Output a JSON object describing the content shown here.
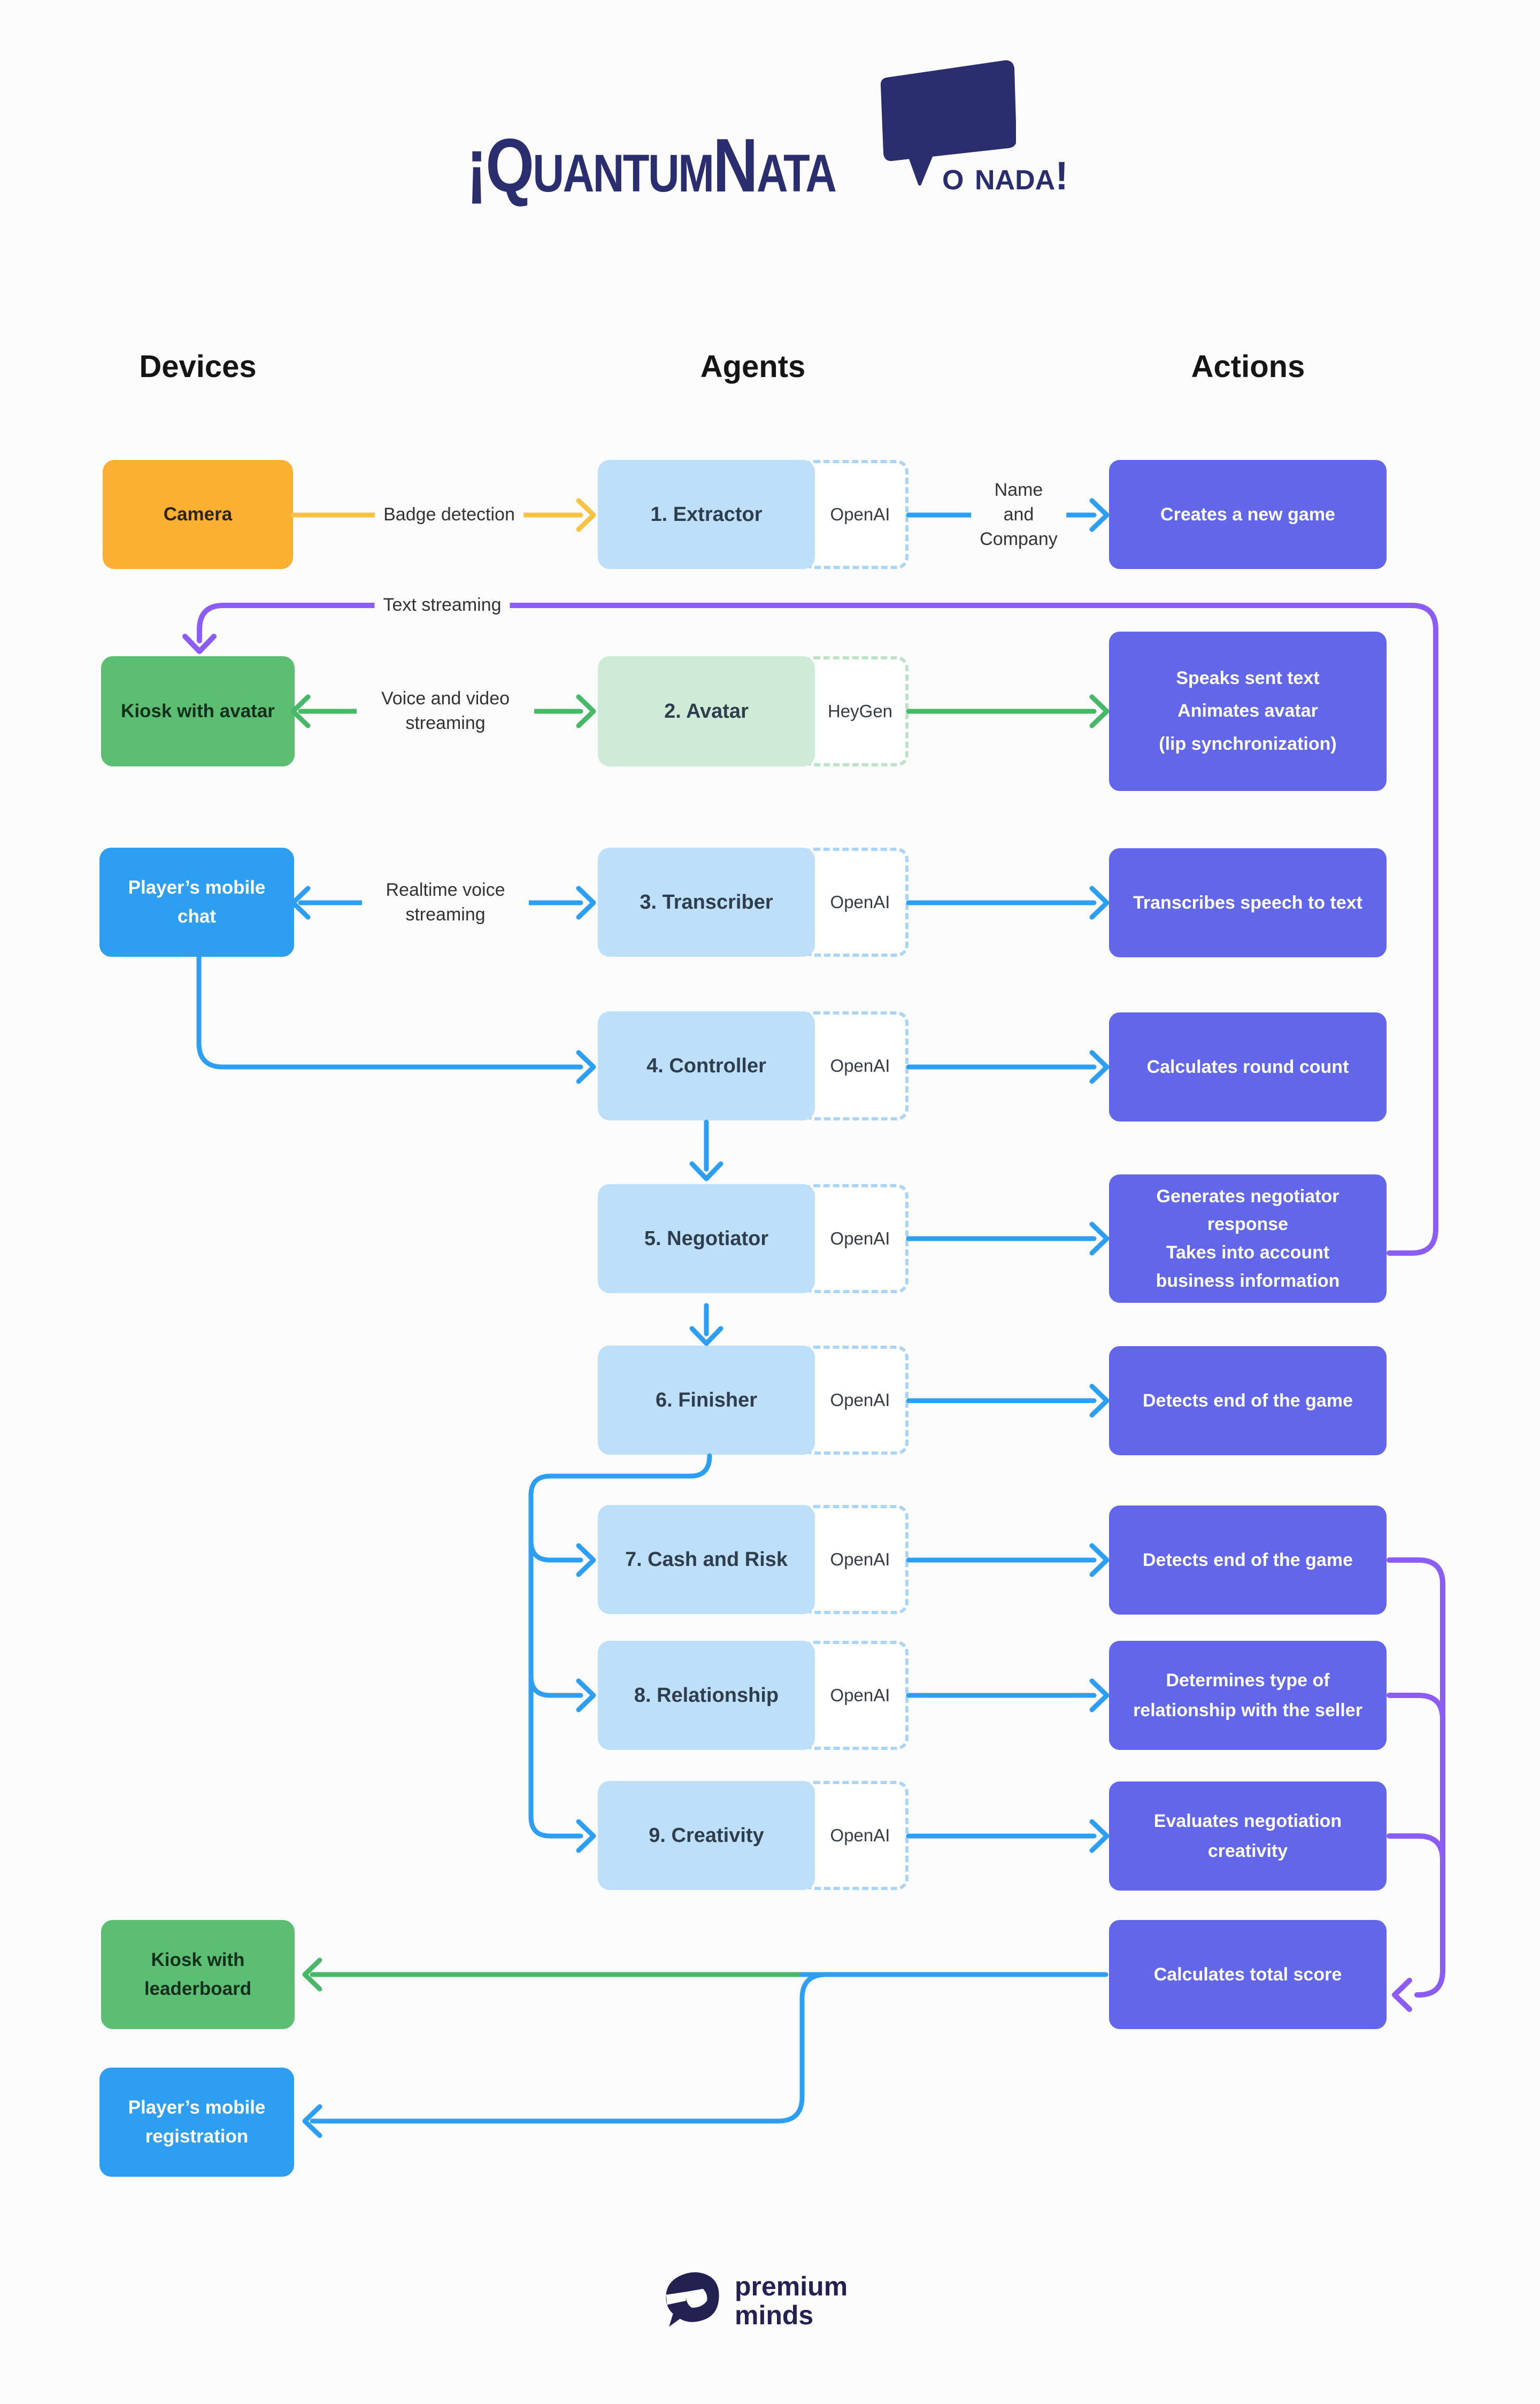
{
  "logo": {
    "title": "¡QuantumNata",
    "tagline": "o nada!"
  },
  "headers": {
    "devices": "Devices",
    "agents": "Agents",
    "actions": "Actions"
  },
  "devices": {
    "camera": "Camera",
    "kiosk_avatar": "Kiosk with avatar",
    "mobile_chat": "Player’s mobile chat",
    "kiosk_leaderboard": "Kiosk with leaderboard",
    "mobile_registration": "Player’s mobile registration"
  },
  "rows": [
    {
      "agent": "1.  Extractor",
      "provider": "OpenAI",
      "action_lines": [
        "Creates a new game"
      ]
    },
    {
      "agent": "2.  Avatar",
      "provider": "HeyGen",
      "action_lines": [
        "Speaks sent text",
        "Animates avatar",
        "(lip synchronization)"
      ]
    },
    {
      "agent": "3.  Transcriber",
      "provider": "OpenAI",
      "action_lines": [
        "Transcribes speech to text"
      ]
    },
    {
      "agent": "4.  Controller",
      "provider": "OpenAI",
      "action_lines": [
        "Calculates round count"
      ]
    },
    {
      "agent": "5.  Negotiator",
      "provider": "OpenAI",
      "action_lines": [
        "Generates negotiator response",
        "Takes into account business information"
      ]
    },
    {
      "agent": "6.  Finisher",
      "provider": "OpenAI",
      "action_lines": [
        "Detects end of the game"
      ]
    },
    {
      "agent": "7.  Cash and Risk",
      "provider": "OpenAI",
      "action_lines": [
        "Detects end of the game"
      ]
    },
    {
      "agent": "8.  Relationship",
      "provider": "OpenAI",
      "action_lines": [
        "Determines type of relationship with the seller"
      ]
    },
    {
      "agent": "9.  Creativity",
      "provider": "OpenAI",
      "action_lines": [
        "Evaluates negotiation creativity"
      ]
    }
  ],
  "final_action": "Calculates total score",
  "edge_labels": {
    "badge_detection": "Badge detection",
    "name_company_lines": [
      "Name",
      "and",
      "Company"
    ],
    "text_streaming": "Text streaming",
    "voice_video": "Voice and video streaming",
    "realtime_voice": "Realtime voice streaming"
  },
  "footer": {
    "brand_top": "premium",
    "brand_bottom": "minds"
  },
  "colors": {
    "background": "#FCFCFC",
    "navy_logo": "#2B2E6E",
    "navy_footer": "#232052",
    "orange_box": "#FBB034",
    "yellow_arrow": "#F8C243",
    "green_arrow": "#47B768",
    "green_device": "#5BBE72",
    "green_agent": "#CDEBD6",
    "blue_arrow": "#2C9EF4",
    "blue_device": "#2E9FF0",
    "blue_agent": "#BDDFFA",
    "purple_action": "#6266E8",
    "purple_line": "#8B5CF6"
  }
}
